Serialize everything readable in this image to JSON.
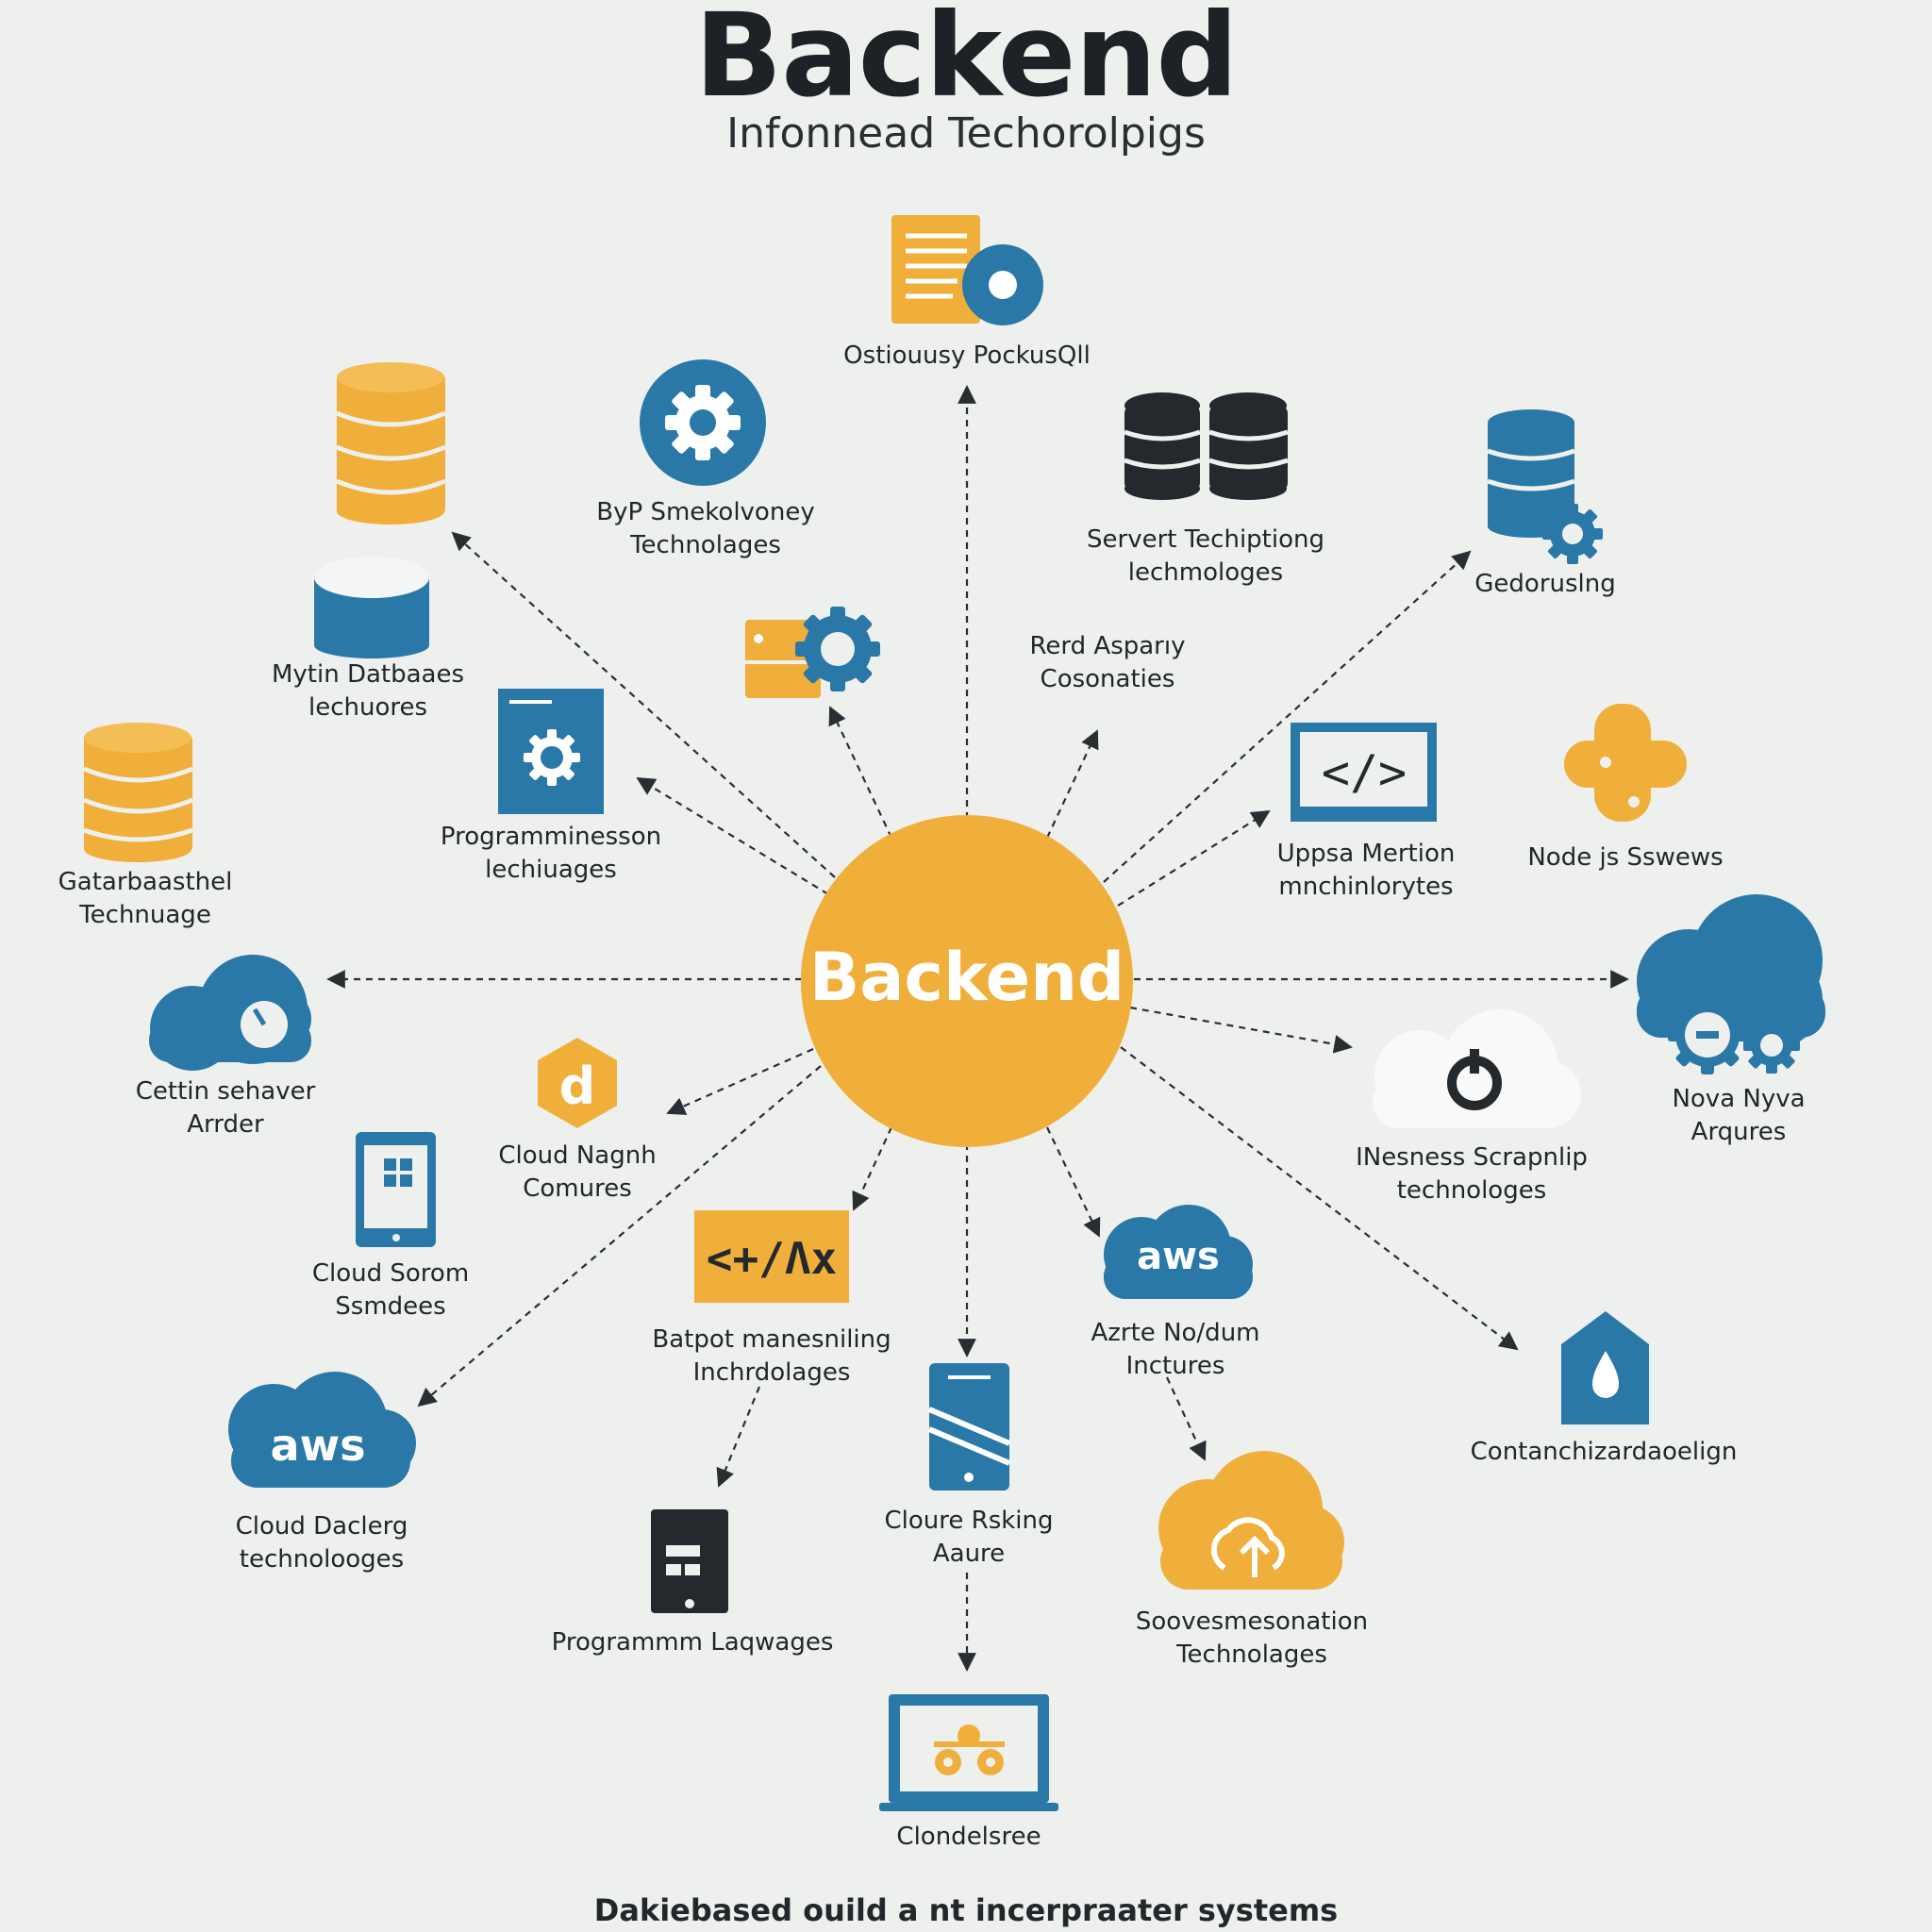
{
  "header": {
    "title": "Backend",
    "subtitle": "Infonnead Techorolpigs"
  },
  "hub": {
    "label": "Backend"
  },
  "nodes": {
    "top": "Ostiouusy PockusQll",
    "byp": "ByP Smekolvoney\nTechnolages",
    "server": "Servert Techiptiong\nlechmologes",
    "geo": "Gedoruslng",
    "mytin": "Mytin Datbaaes\nlechuores",
    "rerd": "Rerd Asparıy\nCosonaties",
    "gatar": "Gatarbaasthel\nTechnuage",
    "prog": "Programminesson\nlechiuages",
    "uppsa": "Uppsa Mertion\nmnchinlorytes",
    "nodejs": "Node js Sswews",
    "cettin": "Cettin sehaver\nArrder",
    "nova": "Nova Nyva\nArqures",
    "cloudnagnh": "Cloud Nagnh\nComures",
    "inesness": "INesness Scrapnlip\ntechnologes",
    "cloudsotom": "Cloud Sorom\nSsmdees",
    "batpot": "Batpot manesniling\nInchrdolages",
    "azure": "Azrte No/dum\nInctures",
    "container": "Contanchizardaoelign",
    "cloudcodeing": "Cloud Daclerg\ntechnolooges",
    "clourersking": "Cloure Rsking\nAaure",
    "prog2": "Programmm Laqwages",
    "sooves": "Soovesmesonation\nTechnolages",
    "clonde": "Clondelsree"
  },
  "badges": {
    "aws_a": "aws",
    "aws_b": "aws",
    "code_tag": "</>",
    "code_box": "<+/Λx",
    "hex": "d"
  },
  "footer": "Dakiebased ouild a nt incerpraater systems",
  "colors": {
    "background": "#eef0ee",
    "blue": "#2a78a8",
    "yellow": "#f0ae3b",
    "dark": "#24292e",
    "hub": "#f0ae3b"
  }
}
